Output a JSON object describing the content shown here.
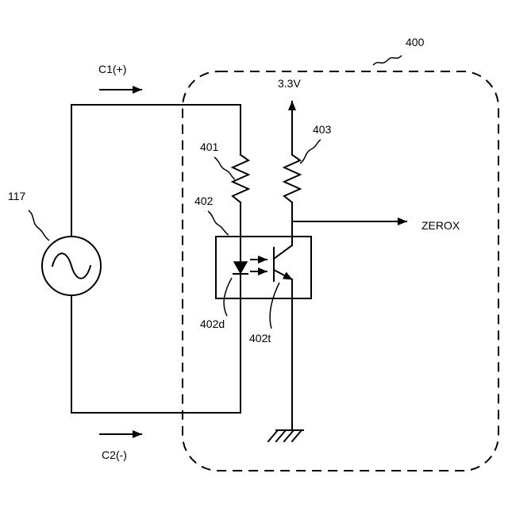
{
  "module": {
    "label": "400"
  },
  "supply": {
    "label": "3.3V"
  },
  "output": {
    "label": "ZEROX"
  },
  "current_positive": {
    "label": "C1(+)"
  },
  "current_negative": {
    "label": "C2(-)"
  },
  "ac_source": {
    "label": "117",
    "icon": "ac-sine-icon"
  },
  "resistor_input": {
    "label": "401"
  },
  "resistor_pullup": {
    "label": "403"
  },
  "photocoupler": {
    "label": "402"
  },
  "led": {
    "label": "402d"
  },
  "phototransistor": {
    "label": "402t"
  },
  "ground": {
    "icon": "ground-icon"
  }
}
